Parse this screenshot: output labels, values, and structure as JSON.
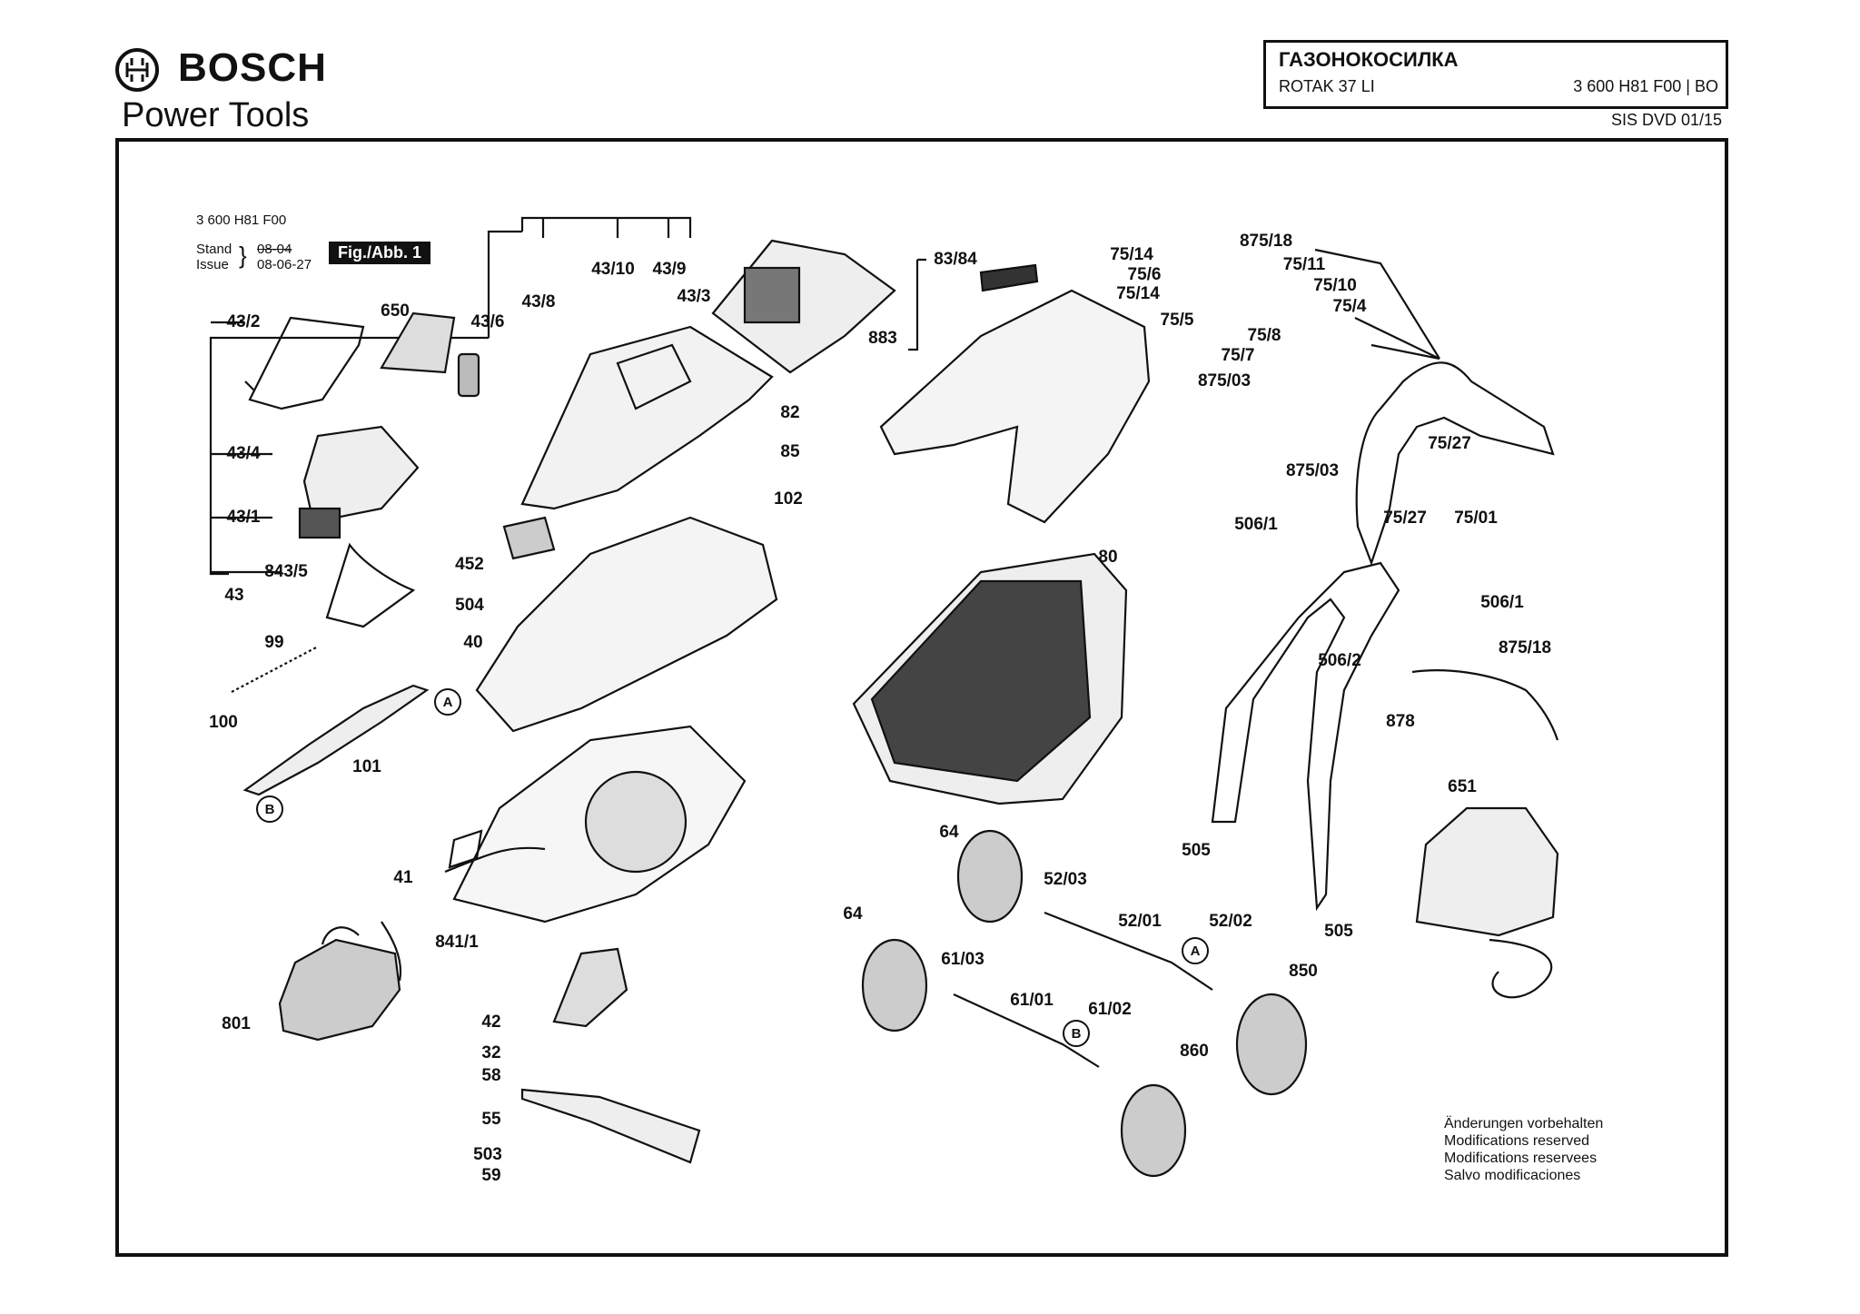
{
  "header": {
    "brand": "BOSCH",
    "division": "Power Tools",
    "product_title": "ГАЗОНОКОСИЛКА",
    "model": "ROTAK 37 LI",
    "part_number": "3 600 H81 F00 | BO",
    "source": "SIS DVD 01/15"
  },
  "drawing": {
    "part_ref": "3 600 H81 F00",
    "stand_label": "Stand",
    "issue_label": "Issue",
    "stand_old": "08-04",
    "issue_date": "08-06-27",
    "figure_label": "Fig./Abb. 1"
  },
  "part_labels": [
    "43/2",
    "650",
    "43/6",
    "43/8",
    "43/10",
    "43/9",
    "43/3",
    "43/4",
    "43/1",
    "843/5",
    "43",
    "82",
    "85",
    "102",
    "452",
    "504",
    "40",
    "99",
    "100",
    "101",
    "41",
    "841/1",
    "801",
    "42",
    "32",
    "58",
    "55",
    "503",
    "59",
    "83/84",
    "883",
    "80",
    "64",
    "52/03",
    "52/01",
    "52/02",
    "61/03",
    "61/01",
    "61/02",
    "850",
    "860",
    "75/14",
    "75/6",
    "75/14",
    "75/5",
    "875/18",
    "75/11",
    "75/10",
    "75/4",
    "75/8",
    "75/7",
    "875/03",
    "75/27",
    "875/03",
    "506/1",
    "75/27",
    "75/01",
    "506/1",
    "506/2",
    "875/18",
    "878",
    "505",
    "505",
    "651",
    "64"
  ],
  "callout_letters": [
    "A",
    "B",
    "A",
    "B"
  ],
  "notes": [
    "Änderungen vorbehalten",
    "Modifications reserved",
    "Modifications reservees",
    "Salvo modificaciones"
  ]
}
